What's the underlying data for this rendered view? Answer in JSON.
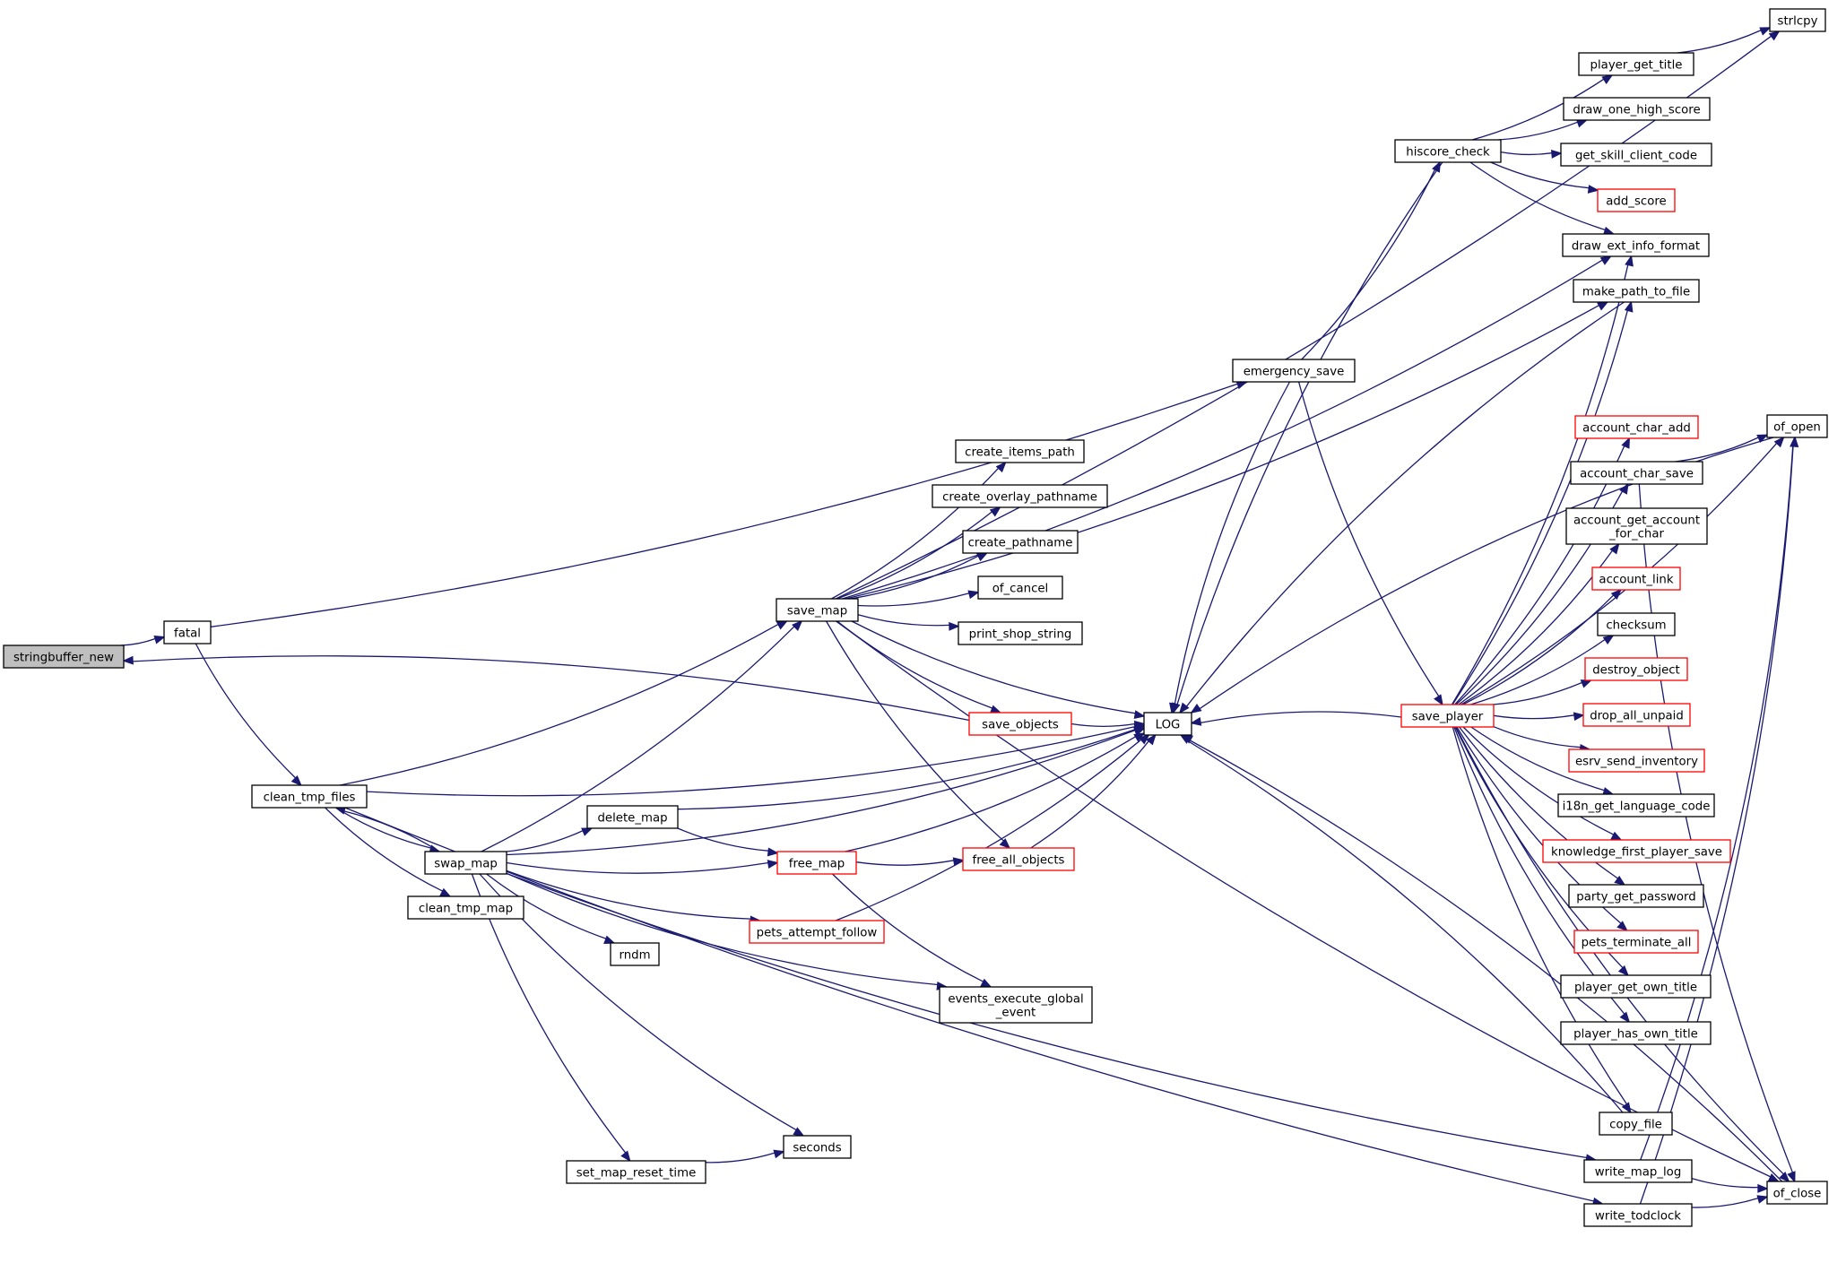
{
  "colors": {
    "edge": "#191970",
    "node_border": "#000000",
    "truncated_border": "#ff0000",
    "root_fill": "#bfbfbf",
    "node_fill": "#ffffff"
  },
  "nodes": {
    "stringbuffer_new": {
      "lines": [
        "stringbuffer_new"
      ],
      "style": "root"
    },
    "fatal": {
      "lines": [
        "fatal"
      ],
      "style": "normal"
    },
    "clean_tmp_files": {
      "lines": [
        "clean_tmp_files"
      ],
      "style": "normal"
    },
    "swap_map": {
      "lines": [
        "swap_map"
      ],
      "style": "normal"
    },
    "clean_tmp_map": {
      "lines": [
        "clean_tmp_map"
      ],
      "style": "normal"
    },
    "save_map": {
      "lines": [
        "save_map"
      ],
      "style": "normal"
    },
    "create_items_path": {
      "lines": [
        "create_items_path"
      ],
      "style": "normal"
    },
    "create_overlay_pathname": {
      "lines": [
        "create_overlay_pathname"
      ],
      "style": "normal"
    },
    "create_pathname": {
      "lines": [
        "create_pathname"
      ],
      "style": "normal"
    },
    "of_cancel": {
      "lines": [
        "of_cancel"
      ],
      "style": "normal"
    },
    "print_shop_string": {
      "lines": [
        "print_shop_string"
      ],
      "style": "normal"
    },
    "save_objects": {
      "lines": [
        "save_objects"
      ],
      "style": "red"
    },
    "delete_map": {
      "lines": [
        "delete_map"
      ],
      "style": "normal"
    },
    "free_map": {
      "lines": [
        "free_map"
      ],
      "style": "red"
    },
    "free_all_objects": {
      "lines": [
        "free_all_objects"
      ],
      "style": "red"
    },
    "pets_attempt_follow": {
      "lines": [
        "pets_attempt_follow"
      ],
      "style": "red"
    },
    "rndm": {
      "lines": [
        "rndm"
      ],
      "style": "normal"
    },
    "events_execute_global_event": {
      "lines": [
        "events_execute_global",
        "_event"
      ],
      "style": "normal"
    },
    "seconds": {
      "lines": [
        "seconds"
      ],
      "style": "normal"
    },
    "set_map_reset_time": {
      "lines": [
        "set_map_reset_time"
      ],
      "style": "normal"
    },
    "LOG": {
      "lines": [
        "LOG"
      ],
      "style": "normal"
    },
    "emergency_save": {
      "lines": [
        "emergency_save"
      ],
      "style": "normal"
    },
    "hiscore_check": {
      "lines": [
        "hiscore_check"
      ],
      "style": "normal"
    },
    "save_player": {
      "lines": [
        "save_player"
      ],
      "style": "red"
    },
    "strlcpy": {
      "lines": [
        "strlcpy"
      ],
      "style": "normal"
    },
    "player_get_title": {
      "lines": [
        "player_get_title"
      ],
      "style": "normal"
    },
    "draw_one_high_score": {
      "lines": [
        "draw_one_high_score"
      ],
      "style": "normal"
    },
    "get_skill_client_code": {
      "lines": [
        "get_skill_client_code"
      ],
      "style": "normal"
    },
    "add_score": {
      "lines": [
        "add_score"
      ],
      "style": "red"
    },
    "draw_ext_info_format": {
      "lines": [
        "draw_ext_info_format"
      ],
      "style": "normal"
    },
    "make_path_to_file": {
      "lines": [
        "make_path_to_file"
      ],
      "style": "normal"
    },
    "account_char_add": {
      "lines": [
        "account_char_add"
      ],
      "style": "red"
    },
    "account_char_save": {
      "lines": [
        "account_char_save"
      ],
      "style": "normal"
    },
    "account_get_account_for_char": {
      "lines": [
        "account_get_account",
        "_for_char"
      ],
      "style": "normal"
    },
    "account_link": {
      "lines": [
        "account_link"
      ],
      "style": "red"
    },
    "checksum": {
      "lines": [
        "checksum"
      ],
      "style": "normal"
    },
    "destroy_object": {
      "lines": [
        "destroy_object"
      ],
      "style": "red"
    },
    "drop_all_unpaid": {
      "lines": [
        "drop_all_unpaid"
      ],
      "style": "red"
    },
    "esrv_send_inventory": {
      "lines": [
        "esrv_send_inventory"
      ],
      "style": "red"
    },
    "i18n_get_language_code": {
      "lines": [
        "i18n_get_language_code"
      ],
      "style": "normal"
    },
    "knowledge_first_player_save": {
      "lines": [
        "knowledge_first_player_save"
      ],
      "style": "red"
    },
    "party_get_password": {
      "lines": [
        "party_get_password"
      ],
      "style": "normal"
    },
    "pets_terminate_all": {
      "lines": [
        "pets_terminate_all"
      ],
      "style": "red"
    },
    "player_get_own_title": {
      "lines": [
        "player_get_own_title"
      ],
      "style": "normal"
    },
    "player_has_own_title": {
      "lines": [
        "player_has_own_title"
      ],
      "style": "normal"
    },
    "copy_file": {
      "lines": [
        "copy_file"
      ],
      "style": "normal"
    },
    "write_map_log": {
      "lines": [
        "write_map_log"
      ],
      "style": "normal"
    },
    "write_todclock": {
      "lines": [
        "write_todclock"
      ],
      "style": "normal"
    },
    "of_open": {
      "lines": [
        "of_open"
      ],
      "style": "normal"
    },
    "of_close": {
      "lines": [
        "of_close"
      ],
      "style": "normal"
    }
  },
  "edges": [
    [
      "stringbuffer_new",
      "fatal"
    ],
    [
      "fatal",
      "clean_tmp_files"
    ],
    [
      "fatal",
      "emergency_save"
    ],
    [
      "clean_tmp_files",
      "LOG"
    ],
    [
      "clean_tmp_files",
      "save_map"
    ],
    [
      "clean_tmp_files",
      "swap_map"
    ],
    [
      "clean_tmp_files",
      "clean_tmp_map"
    ],
    [
      "clean_tmp_files",
      "write_todclock"
    ],
    [
      "save_objects",
      "stringbuffer_new"
    ],
    [
      "save_map",
      "create_items_path"
    ],
    [
      "save_map",
      "create_overlay_pathname"
    ],
    [
      "save_map",
      "create_pathname"
    ],
    [
      "save_map",
      "of_cancel"
    ],
    [
      "save_map",
      "print_shop_string"
    ],
    [
      "save_map",
      "save_objects"
    ],
    [
      "save_map",
      "LOG"
    ],
    [
      "save_map",
      "free_all_objects"
    ],
    [
      "save_map",
      "strlcpy"
    ],
    [
      "save_map",
      "draw_ext_info_format"
    ],
    [
      "save_map",
      "make_path_to_file"
    ],
    [
      "save_map",
      "of_close"
    ],
    [
      "save_objects",
      "LOG"
    ],
    [
      "swap_map",
      "clean_tmp_files"
    ],
    [
      "swap_map",
      "save_map"
    ],
    [
      "swap_map",
      "LOG"
    ],
    [
      "swap_map",
      "delete_map"
    ],
    [
      "swap_map",
      "free_map"
    ],
    [
      "swap_map",
      "pets_attempt_follow"
    ],
    [
      "swap_map",
      "rndm"
    ],
    [
      "swap_map",
      "events_execute_global_event"
    ],
    [
      "swap_map",
      "seconds"
    ],
    [
      "swap_map",
      "set_map_reset_time"
    ],
    [
      "swap_map",
      "write_map_log"
    ],
    [
      "delete_map",
      "LOG"
    ],
    [
      "delete_map",
      "free_map"
    ],
    [
      "free_map",
      "free_all_objects"
    ],
    [
      "free_map",
      "LOG"
    ],
    [
      "free_map",
      "events_execute_global_event"
    ],
    [
      "free_all_objects",
      "LOG"
    ],
    [
      "pets_attempt_follow",
      "LOG"
    ],
    [
      "set_map_reset_time",
      "seconds"
    ],
    [
      "emergency_save",
      "LOG"
    ],
    [
      "emergency_save",
      "hiscore_check"
    ],
    [
      "emergency_save",
      "save_player"
    ],
    [
      "hiscore_check",
      "LOG"
    ],
    [
      "hiscore_check",
      "player_get_title"
    ],
    [
      "hiscore_check",
      "draw_one_high_score"
    ],
    [
      "hiscore_check",
      "get_skill_client_code"
    ],
    [
      "hiscore_check",
      "add_score"
    ],
    [
      "hiscore_check",
      "draw_ext_info_format"
    ],
    [
      "player_get_title",
      "strlcpy"
    ],
    [
      "save_player",
      "LOG"
    ],
    [
      "save_player",
      "draw_ext_info_format"
    ],
    [
      "save_player",
      "make_path_to_file"
    ],
    [
      "save_player",
      "of_open"
    ],
    [
      "save_player",
      "account_char_add"
    ],
    [
      "save_player",
      "account_char_save"
    ],
    [
      "save_player",
      "account_get_account_for_char"
    ],
    [
      "save_player",
      "account_link"
    ],
    [
      "save_player",
      "checksum"
    ],
    [
      "save_player",
      "destroy_object"
    ],
    [
      "save_player",
      "drop_all_unpaid"
    ],
    [
      "save_player",
      "esrv_send_inventory"
    ],
    [
      "save_player",
      "i18n_get_language_code"
    ],
    [
      "save_player",
      "knowledge_first_player_save"
    ],
    [
      "save_player",
      "party_get_password"
    ],
    [
      "save_player",
      "pets_terminate_all"
    ],
    [
      "save_player",
      "player_get_own_title"
    ],
    [
      "save_player",
      "player_has_own_title"
    ],
    [
      "save_player",
      "copy_file"
    ],
    [
      "save_player",
      "of_close"
    ],
    [
      "make_path_to_file",
      "LOG"
    ],
    [
      "account_char_save",
      "of_open"
    ],
    [
      "account_char_save",
      "of_close"
    ],
    [
      "copy_file",
      "LOG"
    ],
    [
      "write_map_log",
      "of_open"
    ],
    [
      "write_map_log",
      "of_close"
    ],
    [
      "write_todclock",
      "of_open"
    ],
    [
      "write_todclock",
      "of_close"
    ],
    [
      "of_open",
      "LOG"
    ],
    [
      "of_close",
      "LOG"
    ]
  ]
}
